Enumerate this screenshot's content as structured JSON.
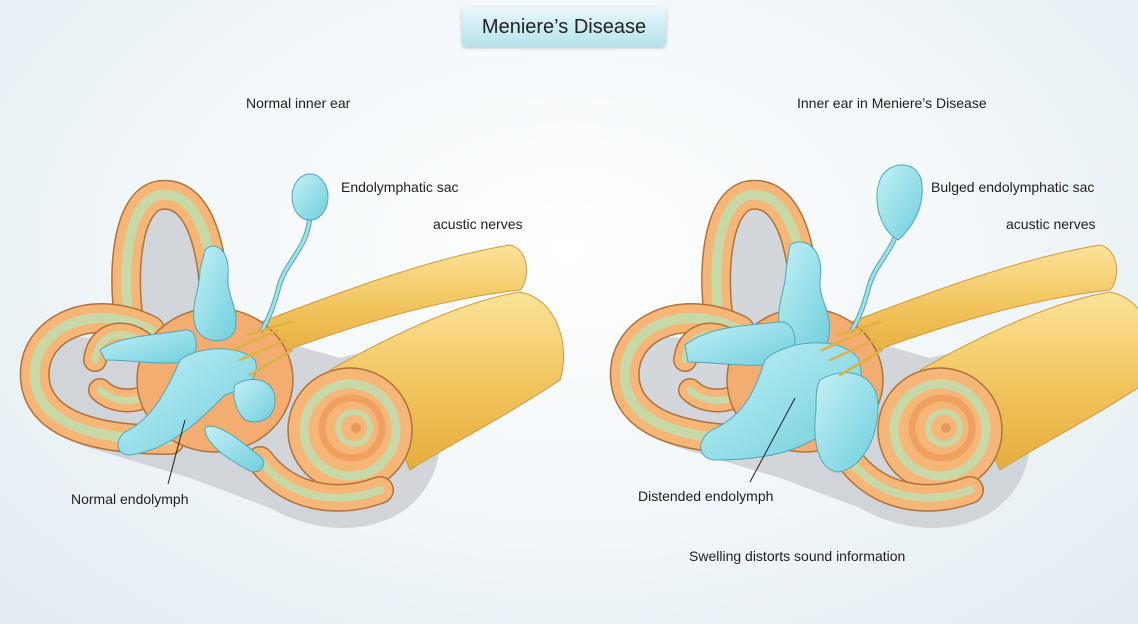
{
  "title": "Meniere’s Disease",
  "left_panel": {
    "heading": "Normal inner ear",
    "sac_label": "Endolymphatic sac",
    "nerve_label": "acustic nerves",
    "endolymph_label": "Normal endolymph"
  },
  "right_panel": {
    "heading": "Inner ear in Meniere’s Disease",
    "sac_label": "Bulged endolymphatic sac",
    "nerve_label": "acustic nerves",
    "endolymph_label": "Distended endolymph",
    "caption": "Swelling distorts sound information"
  },
  "colors": {
    "bone": "#f5b678",
    "bone_inner": "#c8d9a8",
    "bone_outline": "#b0723a",
    "fluid": "#8fdbe6",
    "nerve": "#f2c660",
    "shadow": "#c9cdd2"
  }
}
